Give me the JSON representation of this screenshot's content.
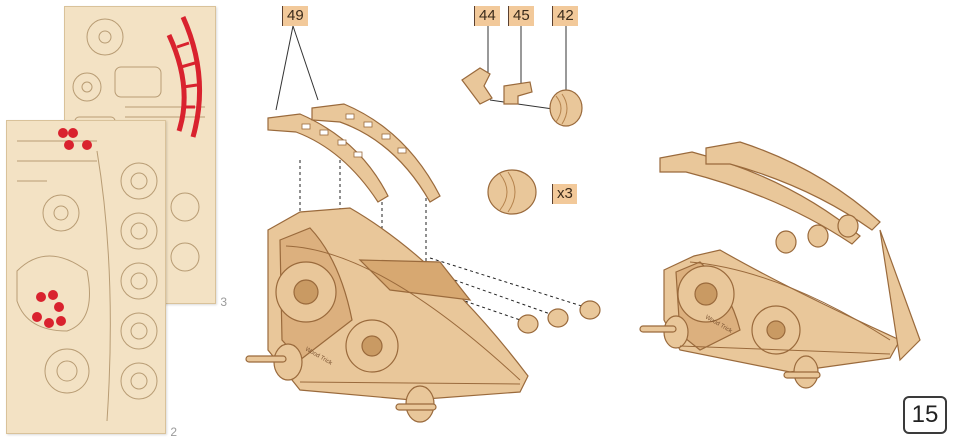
{
  "sheets": [
    {
      "number": "3"
    },
    {
      "number": "2"
    }
  ],
  "labels": {
    "part_49": "49",
    "part_44": "44",
    "part_45": "45",
    "part_42": "42",
    "quantity": "x3"
  },
  "step_number": "15",
  "brand_engraving": "Wood Trick",
  "colors": {
    "wood": "#e9c79a",
    "wood_dark": "#9a6a3c",
    "sheet": "#f3e2c4",
    "highlight_red": "#d9222e",
    "tag": "#f2c99a"
  }
}
